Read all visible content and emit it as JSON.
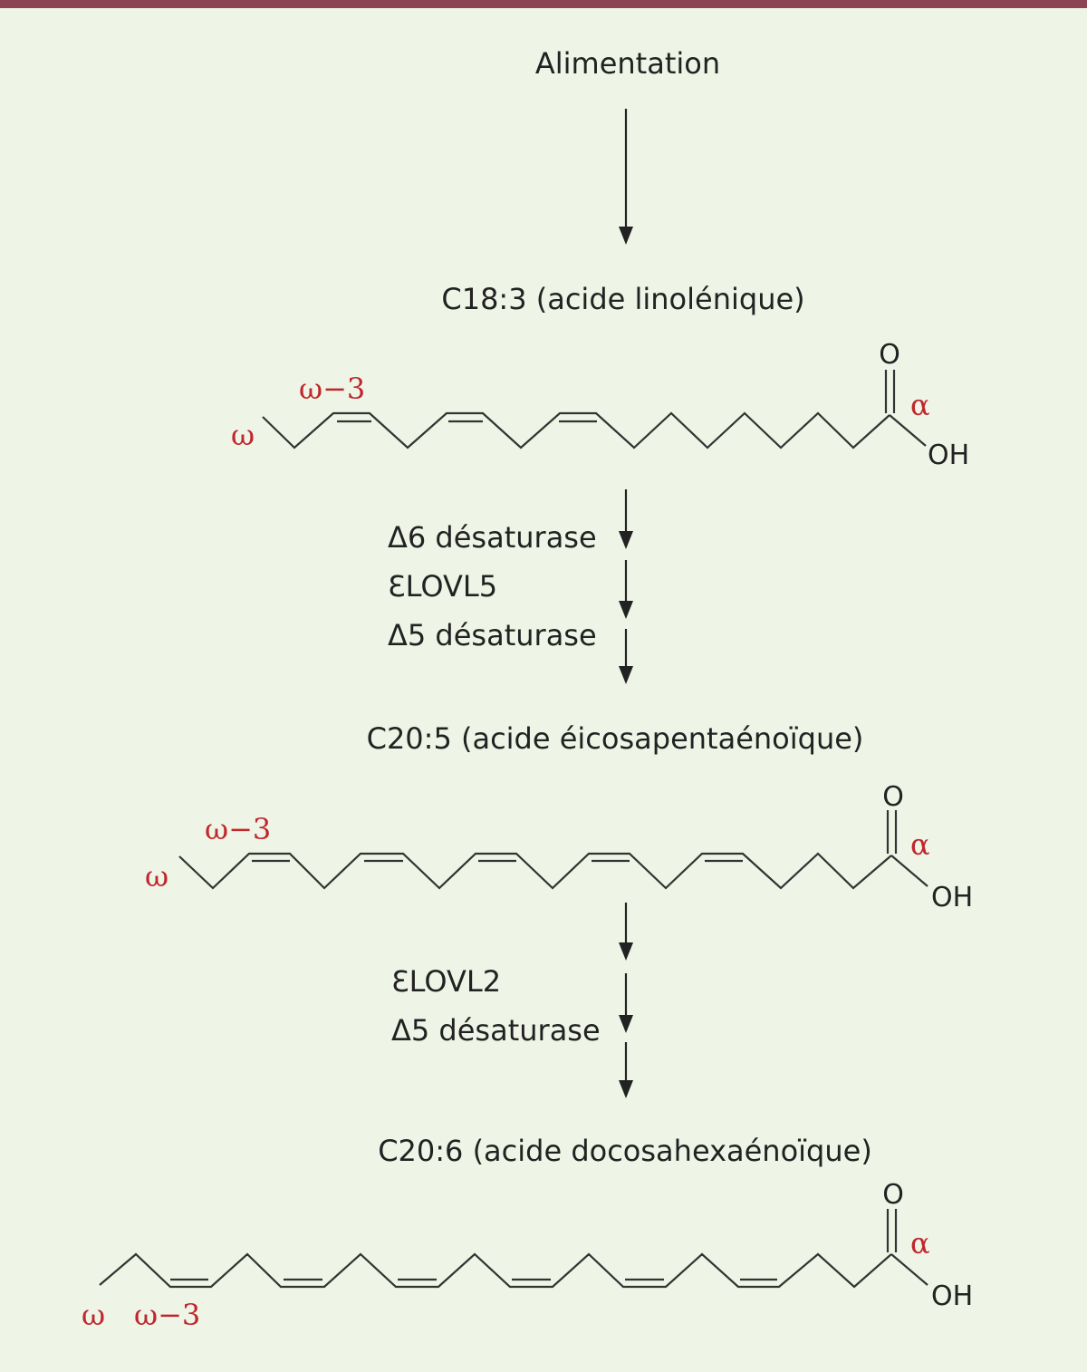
{
  "source_label": "Alimentation",
  "stage1": {
    "name": "C18:3 (acide linolénique)",
    "carbonyl_o": "O",
    "hydroxyl": "OH",
    "omega": "ω",
    "omega3": "ω−3",
    "alpha": "α"
  },
  "enzymes1": [
    "Δ6 désaturase",
    "ƐLOVL5",
    "Δ5 désaturase"
  ],
  "stage2": {
    "name": "C20:5 (acide éicosapentaénoïque)",
    "carbonyl_o": "O",
    "hydroxyl": "OH",
    "omega": "ω",
    "omega3": "ω−3",
    "alpha": "α"
  },
  "enzymes2": [
    "ƐLOVL2",
    "Δ5 désaturase"
  ],
  "stage3": {
    "name": "C20:6 (acide docosahexaénoïque)",
    "carbonyl_o": "O",
    "hydroxyl": "OH",
    "omega": "ω",
    "omega3": "ω−3",
    "alpha": "α"
  },
  "colors": {
    "accent_bar": "#8c4452",
    "background": "#eef5e6",
    "greek_labels": "#c0272d"
  }
}
